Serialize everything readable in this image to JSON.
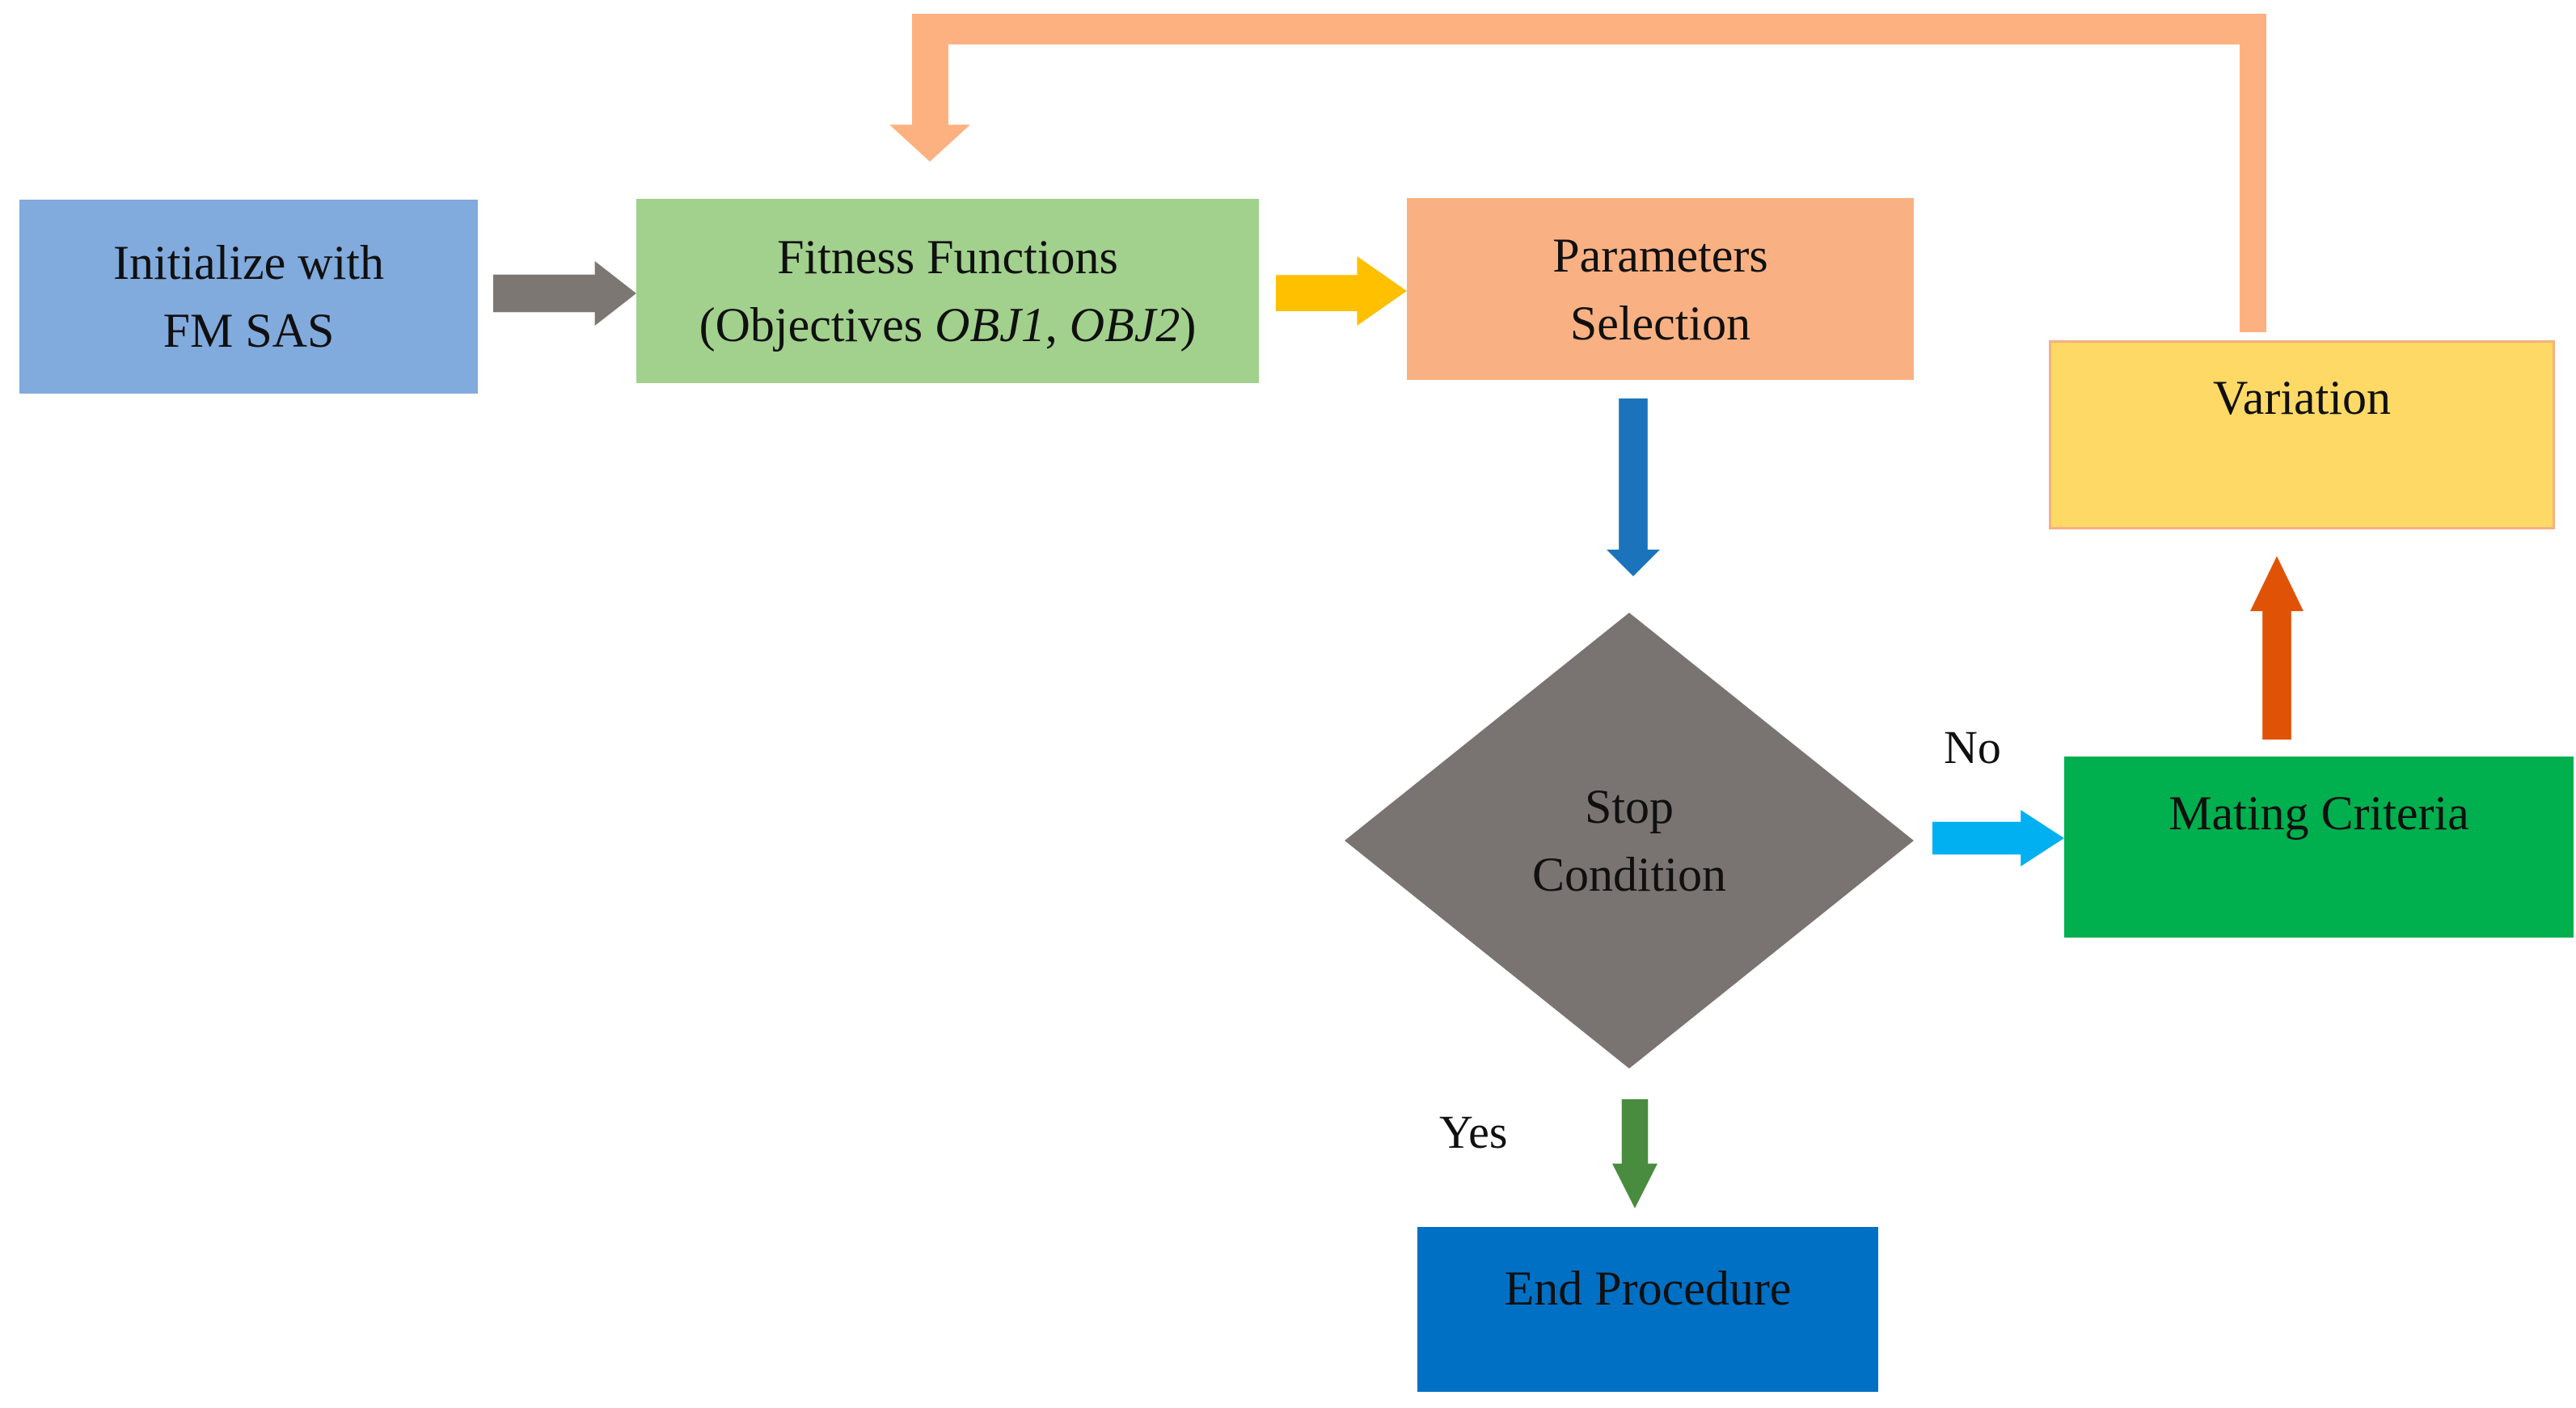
{
  "figure": {
    "type": "flowchart",
    "description": "Multi-objective evolutionary algorithm loop initialized with FM SAS"
  },
  "nodes": {
    "initialize": {
      "line1": "Initialize with",
      "line2": "FM SAS"
    },
    "fitness": {
      "line1": "Fitness Functions",
      "line2_open": "(Objectives ",
      "objective1": "OBJ1",
      "line2_sep": ", ",
      "objective2": "OBJ2",
      "line2_close": ")"
    },
    "parameters": {
      "line1": "Parameters",
      "line2": "Selection"
    },
    "variation": {
      "label": "Variation"
    },
    "stop": {
      "line1": "Stop",
      "line2": "Condition"
    },
    "mating": {
      "label": "Mating Criteria"
    },
    "end": {
      "label": "End Procedure"
    }
  },
  "edge_labels": {
    "no": "No",
    "yes": "Yes"
  },
  "colors": {
    "background": "#FFFFFF",
    "text": "#101010",
    "initialize_fill": "#81AADD",
    "fitness_fill": "#A2D08D",
    "parameters_fill": "#F9B183",
    "variation_fill": "#FFD966",
    "variation_border": "#F4B183",
    "stop_fill": "#797372",
    "mating_fill": "#00AF4D",
    "end_fill": "#0070C4",
    "arrow_gray": "#7D7773",
    "arrow_gold": "#FFC000",
    "arrow_blue": "#1B74BB",
    "arrow_cyan": "#00B0F0",
    "arrow_green": "#4A8C3F",
    "arrow_orange_red": "#E05306",
    "feedback_loop_peach": "#FEB180"
  }
}
